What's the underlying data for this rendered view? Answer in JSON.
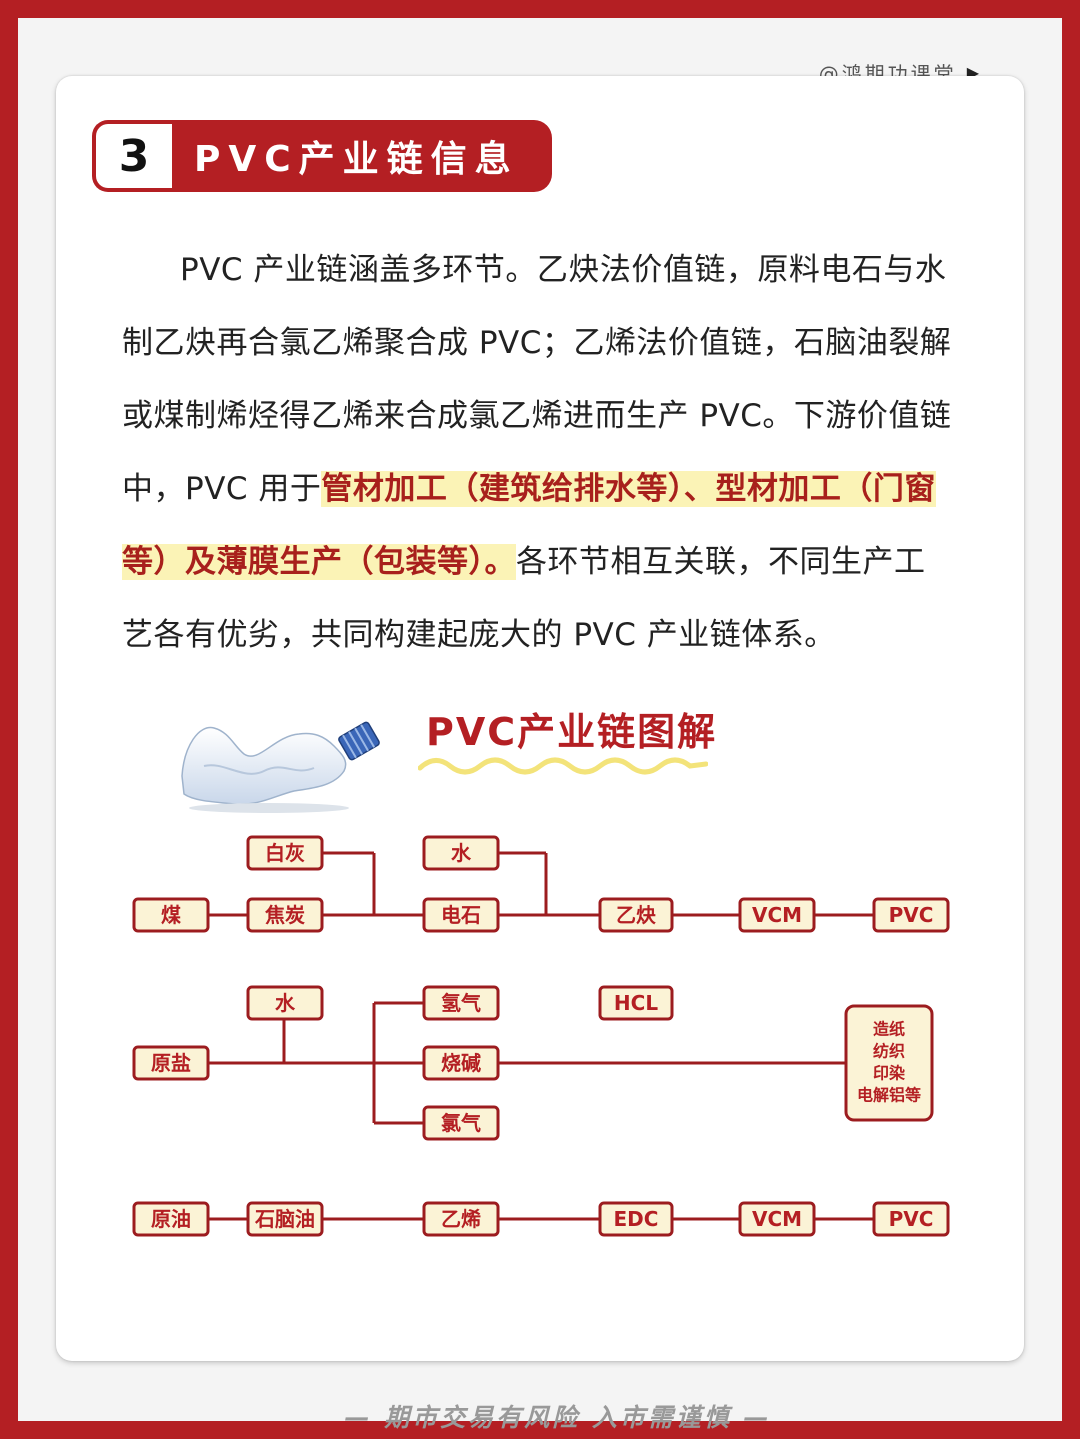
{
  "brand": {
    "text": "@鸿期功课堂",
    "play_icon": "play-triangle-icon"
  },
  "section": {
    "number": "3",
    "title": "PVC产业链信息"
  },
  "paragraph": {
    "part1": "PVC 产业链涵盖多环节。乙炔法价值链，原料电石与水制乙炔再合氯乙烯聚合成 PVC；乙烯法价值链，石脑油裂解或煤制烯烃得乙烯来合成氯乙烯进而生产 PVC。下游价值链中，PVC 用于",
    "highlight": "管材加工（建筑给排水等）、型材加工（门窗等）及薄膜生产（包装等）。",
    "part2": "各环节相互关联，不同生产工艺各有优劣，共同构建起庞大的 PVC 产业链体系。"
  },
  "diagram": {
    "title": "PVC产业链图解",
    "nodes": {
      "baihui": "白灰",
      "shui1": "水",
      "mei": "煤",
      "jiaotan": "焦炭",
      "dianshi": "电石",
      "yique": "乙炔",
      "vcm1": "VCM",
      "pvc1": "PVC",
      "shui2": "水",
      "qingqi": "氢气",
      "hcl": "HCL",
      "yuanyan": "原盐",
      "shaojian": "烧碱",
      "lvqi": "氯气",
      "downstream": [
        "造纸",
        "纺织",
        "印染",
        "电解铝等"
      ],
      "yuanyou": "原油",
      "shinaoyou": "石脑油",
      "yixi": "乙烯",
      "edc": "EDC",
      "vcm2": "VCM",
      "pvc2": "PVC"
    },
    "colors": {
      "stroke": "#9c1c1f",
      "fill": "#fbf3d6",
      "text": "#b41f23"
    }
  },
  "footer": "— 期市交易有风险  入市需谨慎 —"
}
